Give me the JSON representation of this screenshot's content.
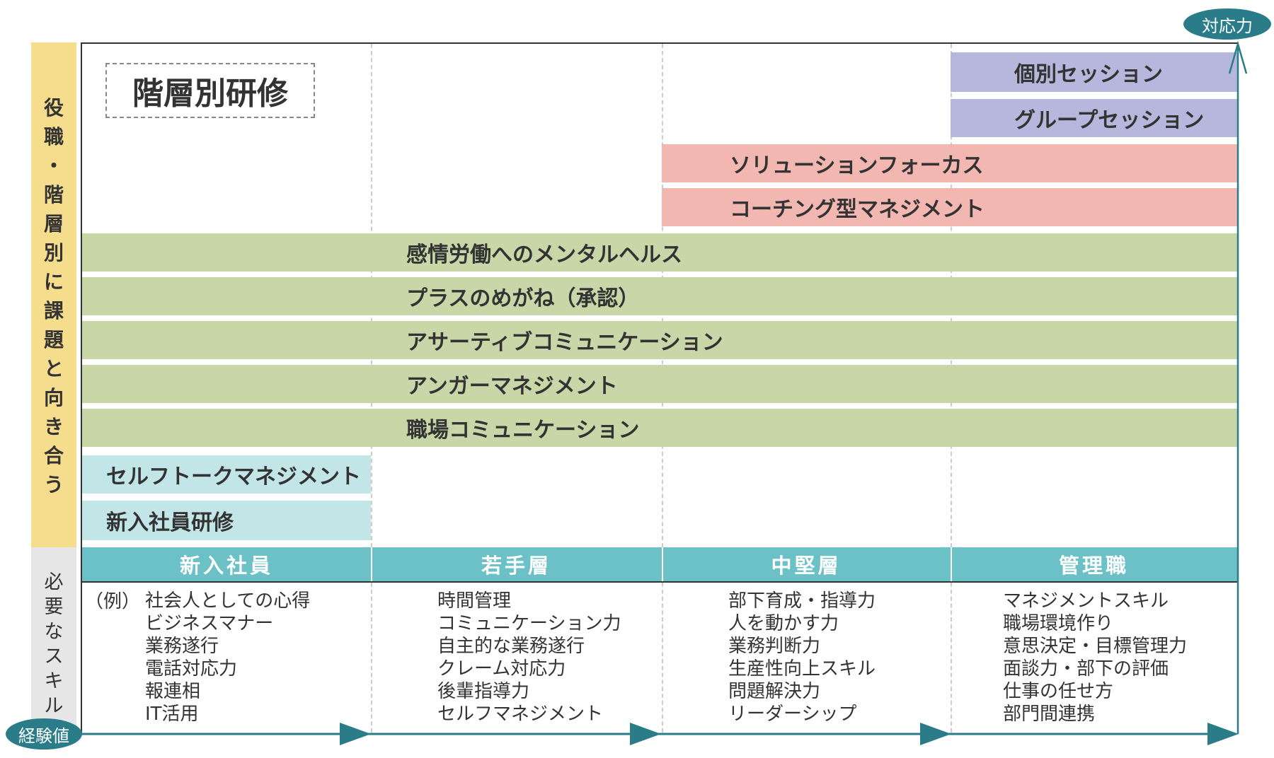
{
  "title": "階層別研修",
  "role_label": "役職・階層別に課題と向き合う",
  "skill_label": "必要なスキル",
  "y_axis_label": "対応力",
  "x_axis_label": "経験値",
  "bars": {
    "individual_session": "個別セッション",
    "group_session": "グループセッション",
    "solution_focus": "ソリューションフォーカス",
    "coaching_management": "コーチング型マネジメント",
    "emotional_labor": "感情労働へのメンタルヘルス",
    "plus_glasses": "プラスのめがね（承認）",
    "assertive": "アサーティブコミュニケーション",
    "anger": "アンガーマネジメント",
    "workplace_comm": "職場コミュニケーション",
    "self_talk": "セルフトークマネジメント",
    "new_employee": "新入社員研修"
  },
  "levels": [
    "新入社員",
    "若手層",
    "中堅層",
    "管理職"
  ],
  "example_label": "（例）",
  "skills": [
    [
      "社会人としての心得",
      "ビジネスマナー",
      "業務遂行",
      "電話対応力",
      "報連相",
      "IT活用"
    ],
    [
      "時間管理",
      "コミュニケーション力",
      "自主的な業務遂行",
      "クレーム対応力",
      "後輩指導力",
      "セルフマネジメント"
    ],
    [
      "部下育成・指導力",
      "人を動かす力",
      "業務判断力",
      "生産性向上スキル",
      "問題解決力",
      "リーダーシップ"
    ],
    [
      "マネジメントスキル",
      "職場環境作り",
      "意思決定・目標管理力",
      "面談力・部下の評価",
      "仕事の任せ方",
      "部門間連携"
    ]
  ],
  "colors": {
    "purple": "#b7b6dc",
    "pink": "#f3b7b2",
    "green": "#c9d6a7",
    "cyan": "#c2e5e7",
    "teal_band": "#6bc1c6",
    "axis": "#2a7c89",
    "role_label_bg": "#f6dd8d",
    "skill_label_bg": "#e6e6e6"
  }
}
